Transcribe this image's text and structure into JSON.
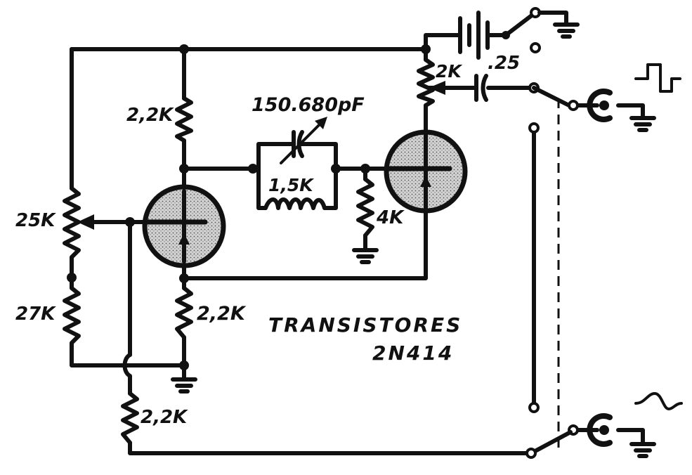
{
  "labels": {
    "r_top_left": "2,2K",
    "cap_variable": "150.680pF",
    "r_coupling": "1,5K",
    "pot_2k": "2K",
    "cap_out": ".25",
    "pot_25k": "25K",
    "r_4k": "4K",
    "r_27k": "27K",
    "r_emitter": "2,2K",
    "r_bottom": "2,2K",
    "title_line1": "TRANSISTORES",
    "title_line2": "2N414"
  },
  "colors": {
    "ink": "#111111",
    "paper": "#ffffff",
    "transistor_fill": "#bdbdbd"
  },
  "icons": [
    "battery-icon",
    "switch-icon",
    "ground-icon",
    "jack-icon",
    "square-wave-icon",
    "sine-wave-icon",
    "variable-capacitor-icon",
    "transistor-icon",
    "potentiometer-icon",
    "resistor-icon"
  ]
}
